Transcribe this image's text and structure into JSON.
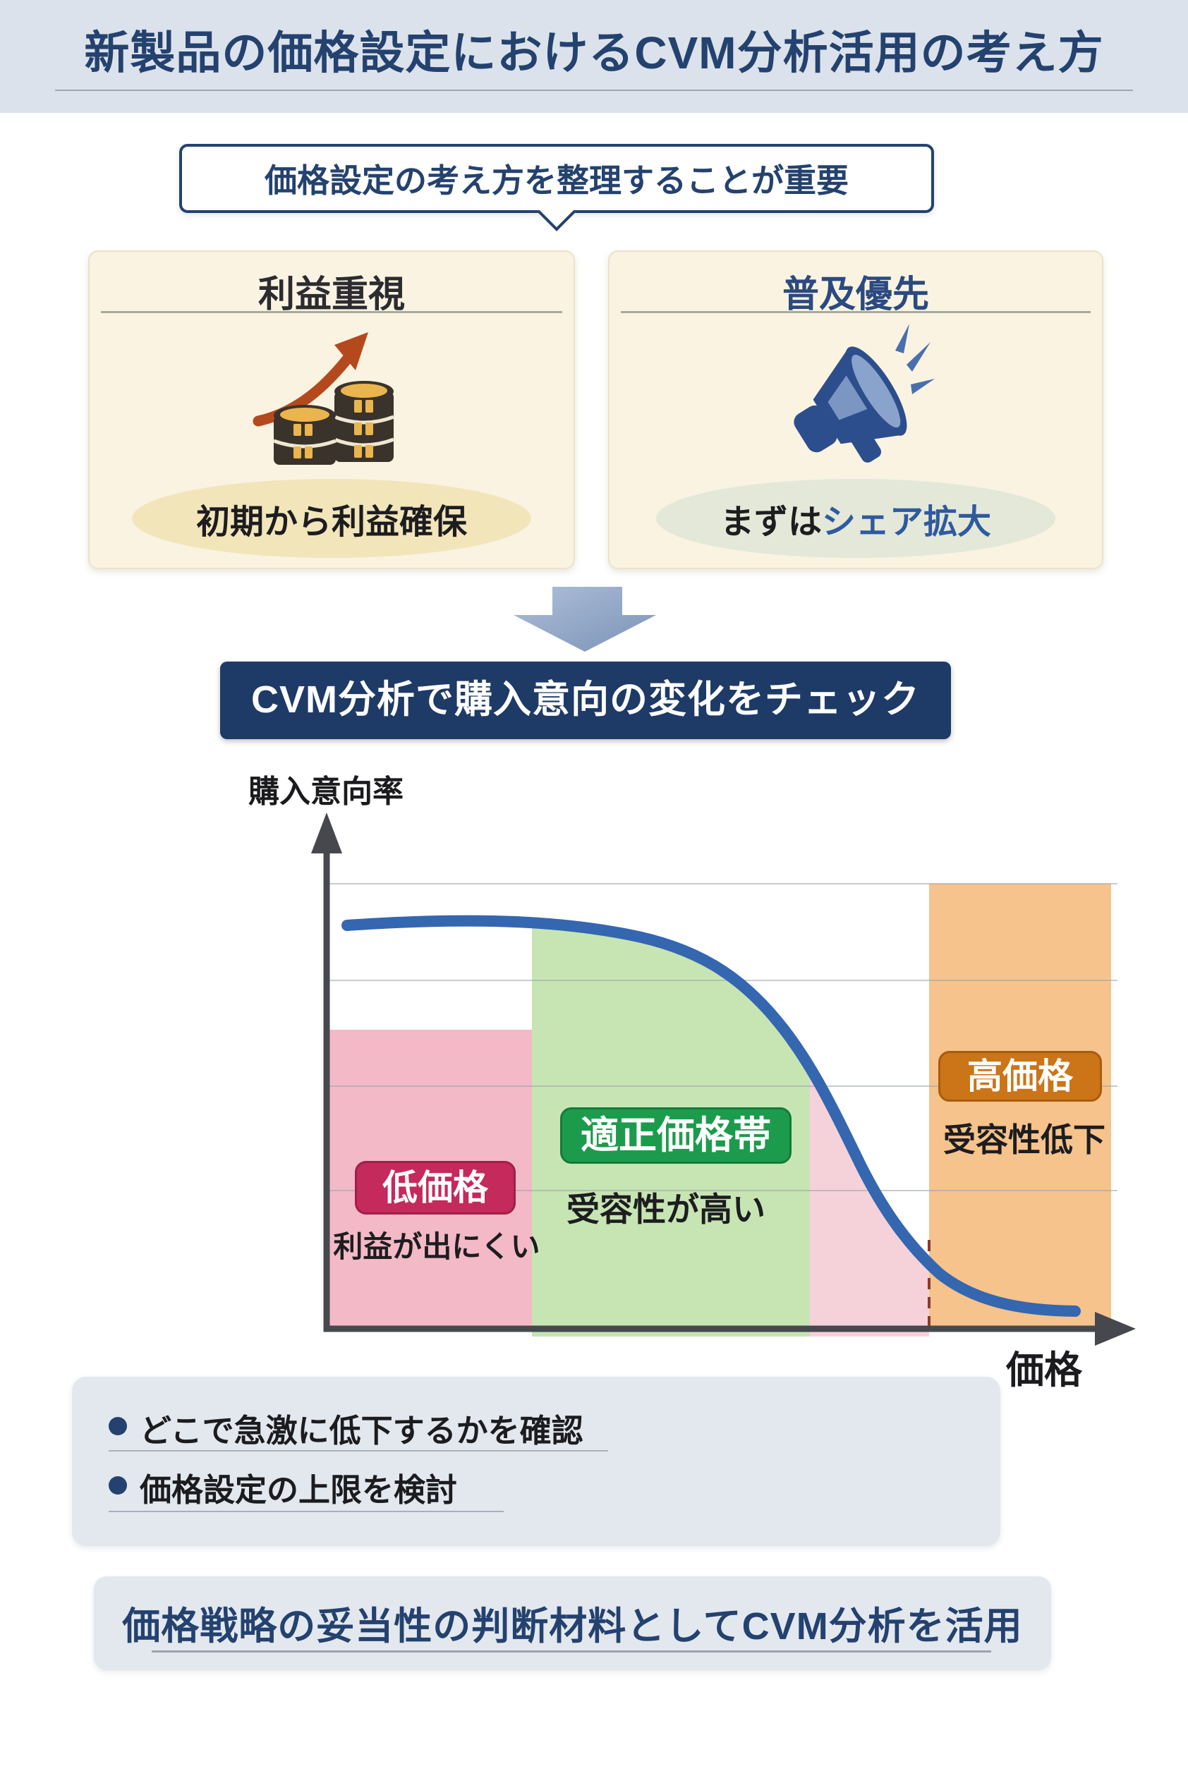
{
  "palette": {
    "header_band": "#dbe2eb",
    "navy": "#24426f",
    "banner_navy": "#1e3a66",
    "card_bg": "#faf3e1",
    "low_price_band": "#f3b9c7",
    "transition_band": "#f5d2da",
    "fair_price_band": "#c7e5b3",
    "high_price_band": "#f6c38c",
    "low_price_badge": "#c42a5c",
    "fair_price_badge": "#1d9b4d",
    "high_price_badge": "#cb7418",
    "curve_blue": "#3566b0",
    "growth_arrow_red": "#b5491e",
    "note_box_bg": "#e3e8ef"
  },
  "header": {
    "title": "新製品の価格設定におけるCVM分析活用の考え方"
  },
  "callout": {
    "text": "価格設定の考え方を整理することが重要"
  },
  "cards": [
    {
      "title": "利益重視",
      "icon": "coin-stack-growth-icon",
      "caption": "初期から利益確保",
      "caption_accent": ""
    },
    {
      "title": "普及優先",
      "icon": "megaphone-icon",
      "caption": "まずは",
      "caption_accent": "シェア拡大"
    }
  ],
  "flow_banner": {
    "text": "CVM分析で購入意向の変化をチェック"
  },
  "chart": {
    "y_axis_label": "購入意向率",
    "x_axis_label": "価格",
    "zones": [
      {
        "label": "低価格",
        "note": "利益が出にくい"
      },
      {
        "label": "適正価格帯",
        "note": "受容性が高い"
      },
      {
        "label": "高価格",
        "note": "受容性低下"
      }
    ]
  },
  "chart_data": {
    "type": "line",
    "xlabel": "価格",
    "ylabel": "購入意向率",
    "axis_numeric_labels": false,
    "gridline_count": 4,
    "x_percent": [
      2,
      15,
      27,
      37,
      48,
      57,
      62,
      67,
      72,
      77,
      83,
      90,
      95
    ],
    "y_percent": [
      79,
      80,
      79,
      77,
      68,
      60,
      50,
      32,
      20,
      11,
      6,
      4,
      4
    ],
    "zones_x_percent": [
      {
        "label": "低価格",
        "from": 0,
        "to": 26
      },
      {
        "label": "適正価格帯",
        "from": 26,
        "to": 61
      },
      {
        "label": "",
        "from": 61,
        "to": 76
      },
      {
        "label": "高価格",
        "from": 76,
        "to": 100
      }
    ],
    "dashed_threshold_x_percent": 76,
    "legend": false
  },
  "notes": {
    "items": [
      "どこで急激に低下するかを確認",
      "価格設定の上限を検討"
    ]
  },
  "conclusion": {
    "text": "価格戦略の妥当性の判断材料としてCVM分析を活用"
  }
}
